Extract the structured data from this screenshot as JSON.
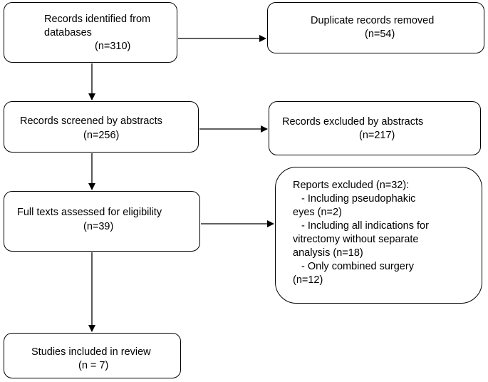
{
  "boxes": {
    "identified": {
      "lines": [
        "Records identified from",
        "databases",
        "(n=310)"
      ]
    },
    "duplicates": {
      "lines": [
        "Duplicate records removed",
        "(n=54)"
      ]
    },
    "screened": {
      "lines": [
        "Records screened by abstracts",
        "(n=256)"
      ]
    },
    "excluded_abstracts": {
      "lines": [
        "Records excluded by abstracts",
        "(n=217)"
      ]
    },
    "fulltext": {
      "lines": [
        "Full texts assessed for eligibility",
        "(n=39)"
      ]
    },
    "reports_excluded": {
      "lines": [
        "Reports excluded (n=32):",
        "- Including pseudophakic",
        "eyes (n=2)",
        "- Including all indications for",
        "vitrectomy without separate",
        "analysis (n=18)",
        "- Only combined surgery",
        "(n=12)"
      ]
    },
    "included": {
      "lines": [
        "Studies included in review",
        "(n = 7)"
      ]
    }
  }
}
